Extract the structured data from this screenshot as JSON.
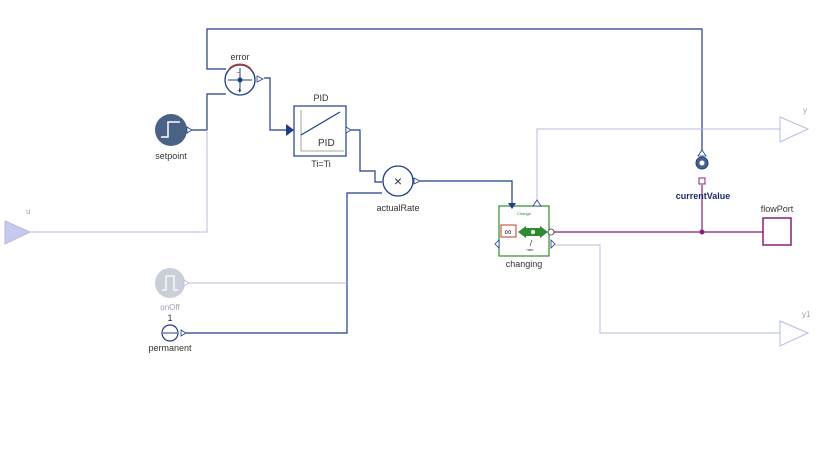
{
  "diagram": {
    "inputs": {
      "u": "u"
    },
    "outputs": {
      "y": "y",
      "y1": "y1",
      "flowPort": "flowPort"
    },
    "blocks": {
      "setpoint": "setpoint",
      "error": "error",
      "pid_top": "PID",
      "pid_inner": "PID",
      "pid_param": "Ti=Ti",
      "actualRate": "actualRate",
      "onOff": "onOff",
      "onOff_value": "1",
      "permanent": "permanent",
      "changing": "changing",
      "changing_inner_title": "Change",
      "changing_inner_rate": "rate",
      "currentValue": "currentValue"
    },
    "signs": {
      "minus": "−",
      "plus": "+",
      "times": "×",
      "infinity": "∞"
    }
  },
  "colors": {
    "wire": "#1f3c88",
    "wire_faded": "#b4bce0",
    "connector_purple": "#8a1f7a",
    "block_slate": "#4a6285",
    "changing_green": "#2e8b2e",
    "error_red": "#c0392b"
  }
}
